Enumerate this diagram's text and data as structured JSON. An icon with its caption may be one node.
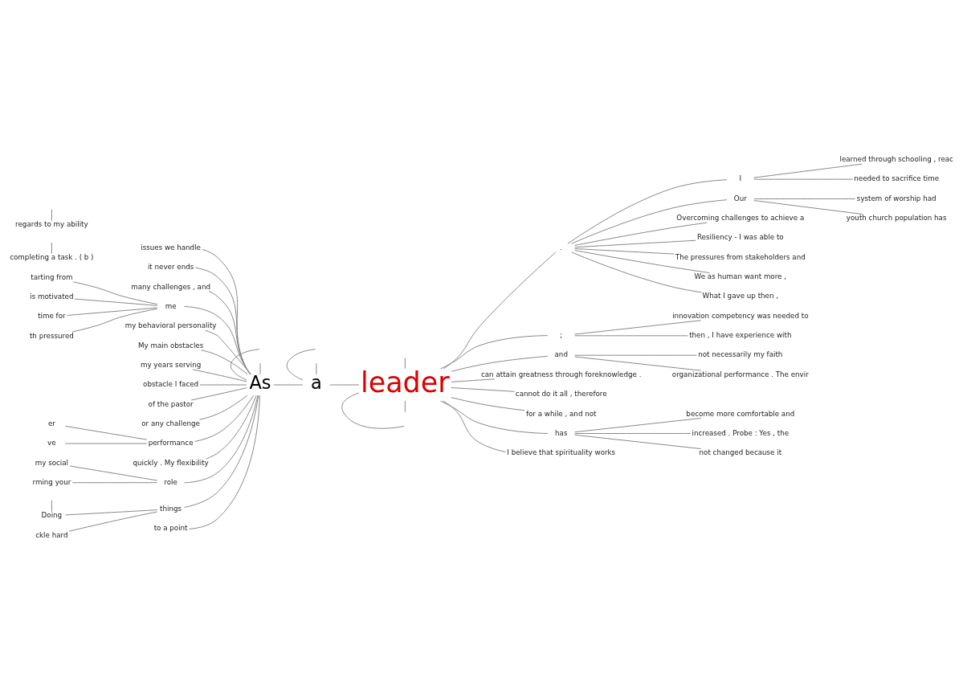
{
  "diagram": {
    "nodes": [
      {
        "text": [
          "issues we handle"
        ]
      },
      {
        "text": [
          "it never ends"
        ]
      },
      {
        "text": [
          "many challenges , and"
        ]
      },
      {
        "text": [
          "As"
        ]
      },
      {
        "text": [
          "tarting from"
        ]
      },
      {
        "text": [
          "is motivated"
        ]
      },
      {
        "text": [
          "time for"
        ]
      },
      {
        "text": [
          "th pressured"
        ]
      },
      {
        "text": [
          "me"
        ]
      },
      {
        "text": [
          "my behavioral personality"
        ]
      },
      {
        "text": [
          "a"
        ]
      },
      {
        "text": [
          "leader"
        ]
      },
      {
        "text": [
          "My main obstacles"
        ]
      },
      {
        "text": [
          "my years serving"
        ]
      },
      {
        "text": [
          "obstacle I faced"
        ]
      },
      {
        "text": [
          "of the pastor"
        ]
      },
      {
        "text": [
          "or any challenge"
        ]
      },
      {
        "text": [
          "er"
        ]
      },
      {
        "text": [
          "ve"
        ]
      },
      {
        "text": [
          "performance"
        ]
      },
      {
        "text": [
          "quickly . My flexibility"
        ]
      },
      {
        "text": [
          "my social"
        ]
      },
      {
        "text": [
          "rming your"
        ]
      },
      {
        "text": [
          "role"
        ]
      },
      {
        "text": [
          "Doing"
        ]
      },
      {
        "text": [
          "ckle hard"
        ]
      },
      {
        "text": [
          "things"
        ]
      },
      {
        "text": [
          "to a point"
        ]
      },
      {
        "text": [
          "I"
        ]
      },
      {
        "text": [
          "learned through schooling , reac"
        ]
      },
      {
        "text": [
          "needed to sacrifice time"
        ]
      },
      {
        "text": [
          "."
        ]
      },
      {
        "text": [
          "Our"
        ]
      },
      {
        "text": [
          "system of worship had"
        ]
      },
      {
        "text": [
          "youth church population has"
        ]
      },
      {
        "text": [
          "Overcoming challenges to achieve a"
        ]
      },
      {
        "text": [
          "Resiliency - I was able to"
        ]
      },
      {
        "text": [
          "The pressures from stakeholders and"
        ]
      },
      {
        "text": [
          "We as human want more ,"
        ]
      },
      {
        "text": [
          "What I gave up then ,"
        ]
      },
      {
        "text": [
          ";"
        ]
      },
      {
        "text": [
          "innovation competency was needed to"
        ]
      },
      {
        "text": [
          "then , I have experience with"
        ]
      },
      {
        "text": [
          "and"
        ]
      },
      {
        "text": [
          "not necessarily my faith"
        ]
      },
      {
        "text": [
          "organizational performance . The envir"
        ]
      },
      {
        "text": [
          "can attain greatness through foreknowledge ."
        ]
      },
      {
        "text": [
          "cannot do it all , therefore"
        ]
      },
      {
        "text": [
          "for a while , and not"
        ]
      },
      {
        "text": [
          "has"
        ]
      },
      {
        "text": [
          "become more comfortable and"
        ]
      },
      {
        "text": [
          "increased . Probe : Yes , the"
        ]
      },
      {
        "text": [
          "not changed because it"
        ]
      },
      {
        "text": [
          "I believe that spirituality works"
        ]
      },
      {
        "text": [
          "completing a task . ( b )"
        ]
      },
      {
        "text": [
          "regards to my ability"
        ]
      }
    ],
    "edges": [
      {
        "from": null,
        "to": 3,
        "arrow": "none"
      },
      {
        "from": 0,
        "to": 3,
        "arrow": "none"
      },
      {
        "from": 1,
        "to": 3,
        "arrow": "none"
      },
      {
        "from": 2,
        "to": 3,
        "arrow": "none"
      },
      {
        "from": 4,
        "to": 8,
        "arrow": "none"
      },
      {
        "from": 5,
        "to": 8,
        "arrow": "none"
      },
      {
        "from": 6,
        "to": 8,
        "arrow": "none"
      },
      {
        "from": 7,
        "to": 8,
        "arrow": "none"
      },
      {
        "from": 8,
        "to": 3,
        "arrow": "none"
      },
      {
        "from": 9,
        "to": 3,
        "arrow": "none"
      },
      {
        "from": 12,
        "to": 3,
        "arrow": "none"
      },
      {
        "from": 13,
        "to": 3,
        "arrow": "none"
      },
      {
        "from": 14,
        "to": 3,
        "arrow": "none"
      },
      {
        "from": 15,
        "to": 3,
        "arrow": "none"
      },
      {
        "from": 16,
        "to": 3,
        "arrow": "none"
      },
      {
        "from": 17,
        "to": 19,
        "arrow": "none"
      },
      {
        "from": 18,
        "to": 19,
        "arrow": "none"
      },
      {
        "from": 19,
        "to": 3,
        "arrow": "none"
      },
      {
        "from": 20,
        "to": 3,
        "arrow": "none"
      },
      {
        "from": 21,
        "to": 23,
        "arrow": "none"
      },
      {
        "from": 22,
        "to": 23,
        "arrow": "none"
      },
      {
        "from": 23,
        "to": 3,
        "arrow": "none"
      },
      {
        "from": null,
        "to": 24,
        "arrow": "none"
      },
      {
        "from": 24,
        "to": 26,
        "arrow": "none"
      },
      {
        "from": 25,
        "to": 26,
        "arrow": "none"
      },
      {
        "from": 26,
        "to": 3,
        "arrow": "none"
      },
      {
        "from": 27,
        "to": 3,
        "arrow": "none"
      },
      {
        "from": null,
        "to": 3,
        "arrow": "none"
      },
      {
        "from": 3,
        "to": 10,
        "arrow": "none"
      },
      {
        "from": null,
        "to": 10,
        "arrow": "none"
      },
      {
        "from": null,
        "to": 10,
        "arrow": "none"
      },
      {
        "from": 10,
        "to": 11,
        "arrow": "none"
      },
      {
        "from": null,
        "to": 11,
        "arrow": "none"
      },
      {
        "from": 11,
        "to": null,
        "arrow": "none"
      },
      {
        "from": 11,
        "to": 31,
        "arrow": "none"
      },
      {
        "from": 31,
        "to": 28,
        "arrow": "none"
      },
      {
        "from": 28,
        "to": 29,
        "arrow": "none"
      },
      {
        "from": 28,
        "to": 30,
        "arrow": "none"
      },
      {
        "from": 31,
        "to": 32,
        "arrow": "none"
      },
      {
        "from": 32,
        "to": 33,
        "arrow": "none"
      },
      {
        "from": 32,
        "to": 34,
        "arrow": "none"
      },
      {
        "from": 31,
        "to": 35,
        "arrow": "none"
      },
      {
        "from": 31,
        "to": 36,
        "arrow": "none"
      },
      {
        "from": 31,
        "to": 37,
        "arrow": "none"
      },
      {
        "from": 31,
        "to": 38,
        "arrow": "none"
      },
      {
        "from": 31,
        "to": 39,
        "arrow": "none"
      },
      {
        "from": 11,
        "to": 40,
        "arrow": "none"
      },
      {
        "from": 40,
        "to": 41,
        "arrow": "none"
      },
      {
        "from": 40,
        "to": 42,
        "arrow": "none"
      },
      {
        "from": 11,
        "to": 43,
        "arrow": "none"
      },
      {
        "from": 43,
        "to": 44,
        "arrow": "none"
      },
      {
        "from": 43,
        "to": 45,
        "arrow": "none"
      },
      {
        "from": 11,
        "to": 46,
        "arrow": "none"
      },
      {
        "from": 11,
        "to": 47,
        "arrow": "none"
      },
      {
        "from": 11,
        "to": 48,
        "arrow": "none"
      },
      {
        "from": 11,
        "to": 49,
        "arrow": "none"
      },
      {
        "from": 49,
        "to": 50,
        "arrow": "none"
      },
      {
        "from": 49,
        "to": 51,
        "arrow": "none"
      },
      {
        "from": 49,
        "to": 52,
        "arrow": "none"
      },
      {
        "from": 11,
        "to": 53,
        "arrow": "none"
      },
      {
        "from": 11,
        "to": null,
        "arrow": "none"
      },
      {
        "from": null,
        "to": 54,
        "arrow": "none"
      },
      {
        "from": null,
        "to": 55,
        "arrow": "none"
      }
    ]
  }
}
